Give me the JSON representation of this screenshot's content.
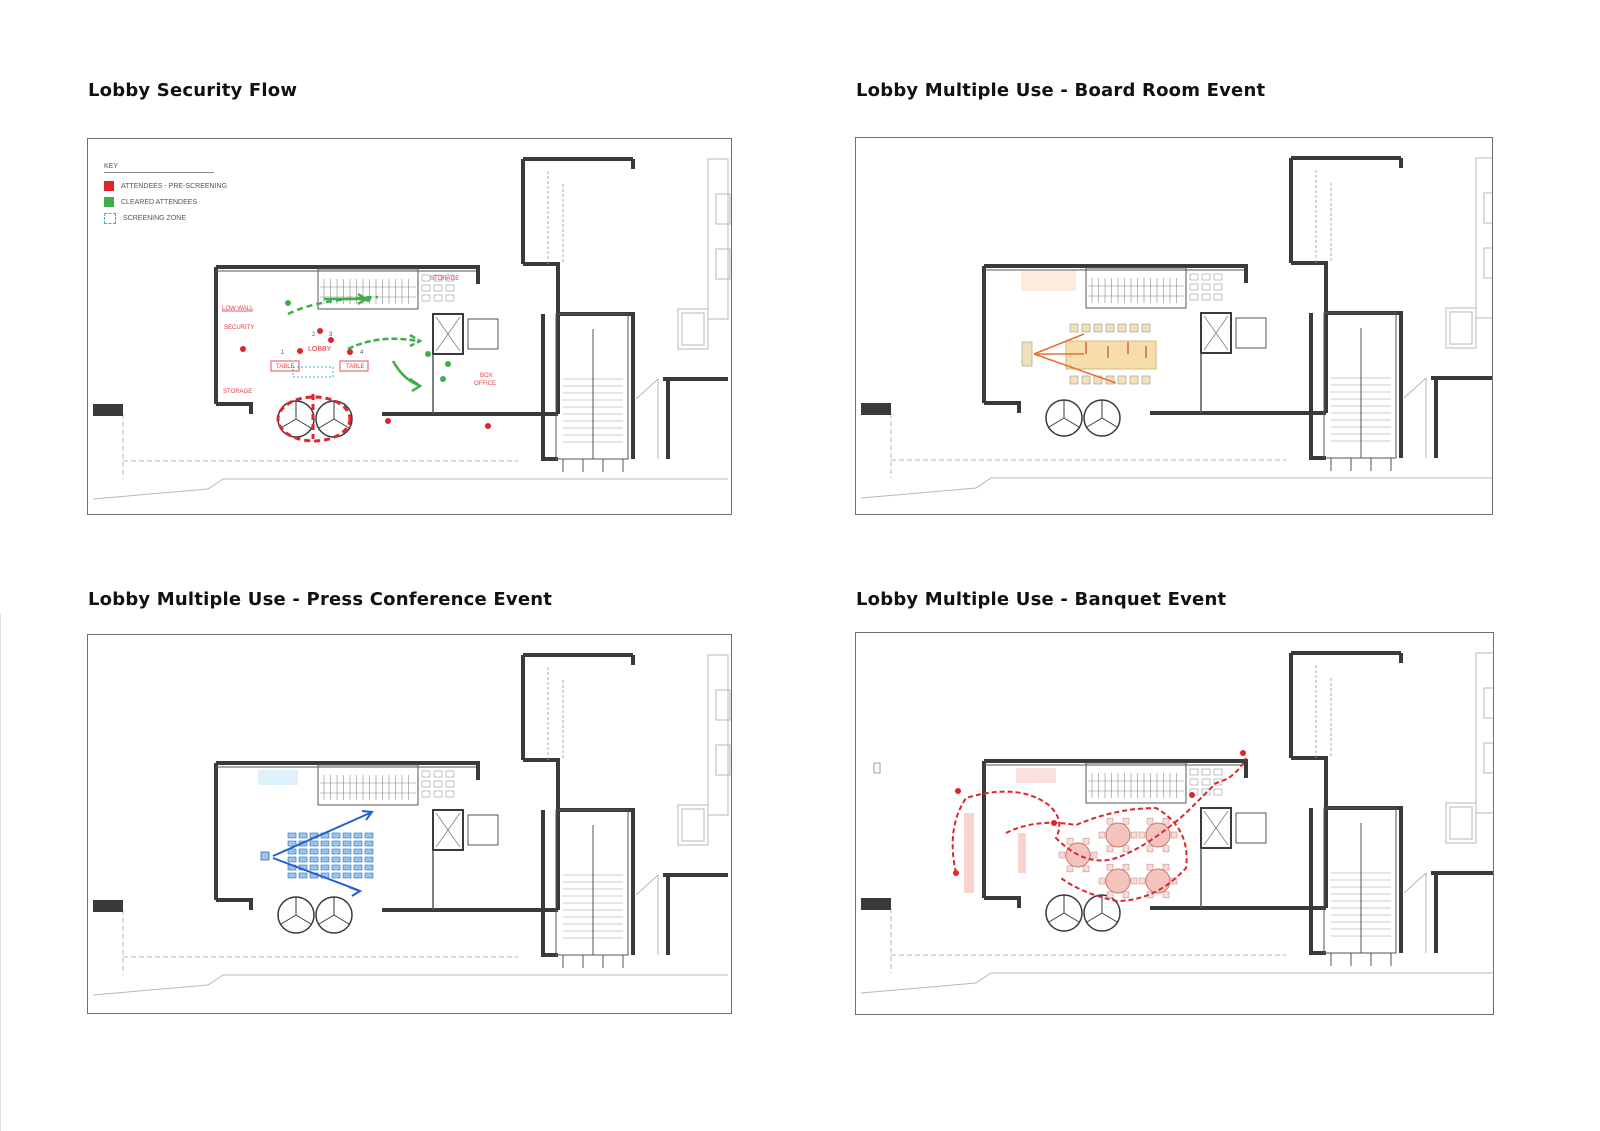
{
  "panels": [
    {
      "id": "security",
      "title": "Lobby Security Flow",
      "key": {
        "title": "KEY",
        "items": [
          {
            "label": "ATTENDEES - PRE-SCREENING",
            "color": "#e0242c",
            "style": "solid"
          },
          {
            "label": "CLEARED ATTENDEES",
            "color": "#3fae49",
            "style": "solid"
          },
          {
            "label": "SCREENING ZONE",
            "color": "#3bb2d6",
            "style": "dashed"
          }
        ]
      },
      "rooms": {
        "low_wall": "LOW WALL",
        "security": "SECURITY",
        "lobby": "LOBBY",
        "table_left": "TABLE",
        "table_right": "TABLE",
        "storage_top": "STORAGE",
        "storage_left": "STORAGE",
        "box_office_1": "BOX",
        "box_office_2": "OFFICE",
        "num_1": "1",
        "num_2": "2",
        "num_3": "3",
        "num_4": "4"
      },
      "accent": "#e0242c"
    },
    {
      "id": "boardroom",
      "title": "Lobby Multiple Use - Board Room Event",
      "accent": "#e8702c"
    },
    {
      "id": "press",
      "title": "Lobby Multiple Use - Press Conference Event",
      "accent": "#1f5fd0"
    },
    {
      "id": "banquet",
      "title": "Lobby Multiple Use - Banquet Event",
      "accent": "#e0242c"
    }
  ]
}
